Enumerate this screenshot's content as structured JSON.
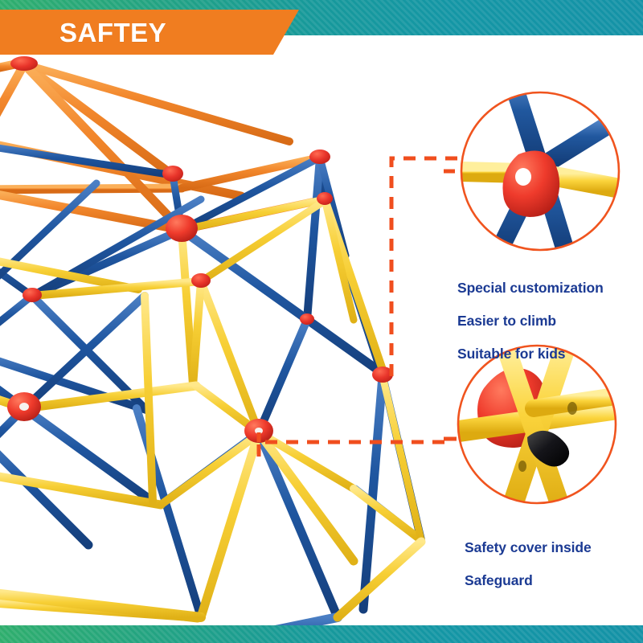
{
  "banner": {
    "title": "SAFTEY",
    "bg_color": "#f07d20",
    "text_color": "#ffffff"
  },
  "decor": {
    "band_gradient_from": "#2fae6d",
    "band_gradient_to": "#1492a6",
    "top_band_name": "top-decorative-band",
    "bottom_band_name": "bottom-decorative-band"
  },
  "product": {
    "name": "geodesic-climbing-dome",
    "bar_colors": {
      "orange": "#f2872c",
      "blue": "#1f56a0",
      "yellow": "#f7cf35",
      "hub_red": "#e8342a"
    }
  },
  "callouts": [
    {
      "id": "hub-connector-detail",
      "circle_color": "#f0541e",
      "caption_lines": [
        "Special customization",
        "Easier to climb",
        "Suitable for kids"
      ],
      "caption_color": "#1b3a93"
    },
    {
      "id": "safety-cover-detail",
      "circle_color": "#f0541e",
      "caption_lines": [
        "Safety cover inside",
        "Safeguard"
      ],
      "caption_color": "#1b3a93"
    }
  ],
  "connectors": {
    "dash_color": "#f04e1e",
    "items": [
      {
        "name": "connector-to-hub-detail"
      },
      {
        "name": "connector-to-safety-cover-detail"
      }
    ]
  }
}
